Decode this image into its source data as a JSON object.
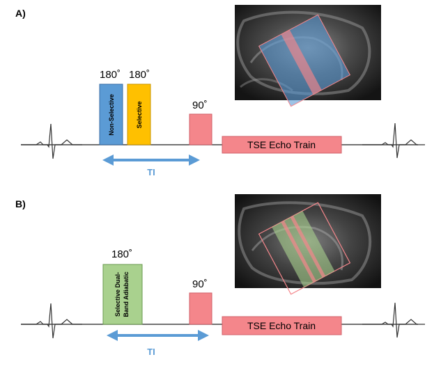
{
  "panelA": {
    "label": "A)",
    "angles": {
      "nonselective": "180˚",
      "selective": "180˚",
      "excitation": "90˚"
    },
    "pulses": {
      "nonselective": "Non-Selective",
      "selective": "Selective"
    },
    "ti": "TI",
    "echo_train": "TSE Echo Train"
  },
  "panelB": {
    "label": "B)",
    "angles": {
      "dualband": "180˚",
      "excitation": "90˚"
    },
    "pulses": {
      "dualband_line1": "Selective Dual-",
      "dualband_line2": "Band Adiabatic"
    },
    "ti": "TI",
    "echo_train": "TSE Echo Train"
  },
  "colors": {
    "nonselective": "#5b9bd5",
    "selective": "#ffc000",
    "excitation": "#f4868b",
    "dualband": "#a9d18e",
    "arrow": "#5b9bd5"
  }
}
